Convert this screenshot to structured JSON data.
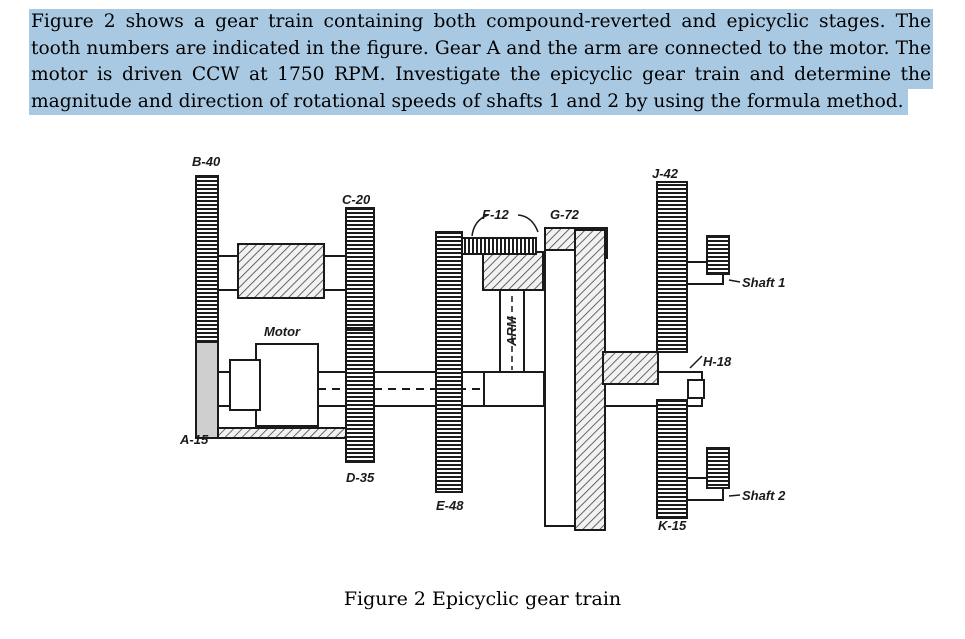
{
  "problem": {
    "lines": [
      "Figure 2 shows a gear train containing both compound-reverted and epicyclic stages. The",
      "tooth numbers are indicated in the figure. Gear A and the arm are connected to the motor. The",
      "motor is driven CCW at 1750 RPM. Investigate the epicyclic gear train and determine the",
      "magnitude and direction of rotational speeds of shafts 1 and 2 by using the formula method."
    ],
    "highlight_color": "#a9c9e2"
  },
  "figure": {
    "labels": {
      "b": "B-40",
      "c": "C-20",
      "f": "F-12",
      "g": "G-72",
      "j": "J-42",
      "motor": "Motor",
      "arm": "ARM",
      "h": "H-18",
      "shaft1": "Shaft 1",
      "a": "A-15",
      "d": "D-35",
      "e": "E-48",
      "k": "K-15",
      "shaft2": "Shaft 2"
    },
    "caption": "Figure 2 Epicyclic gear train"
  }
}
